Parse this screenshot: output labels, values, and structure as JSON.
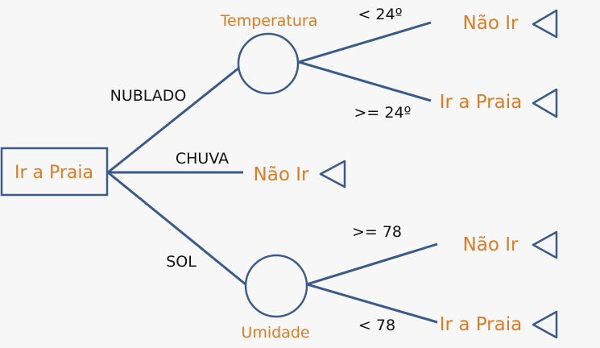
{
  "root": {
    "label": "Ir a Praia"
  },
  "branches": {
    "nublado": "NUBLADO",
    "chuva": "CHUVA",
    "sol": "SOL"
  },
  "decision_nodes": {
    "temperatura": "Temperatura",
    "umidade": "Umidade"
  },
  "conditions": {
    "temp_low": "< 24º",
    "temp_high": ">= 24º",
    "umid_high": ">= 78",
    "umid_low": "< 78"
  },
  "leaves": {
    "temp_low": "Não Ir",
    "temp_high": "Ir a Praia",
    "chuva": "Não Ir",
    "umid_high": "Não Ir",
    "umid_low": "Ir a Praia"
  },
  "colors": {
    "line": "#3b5a8c",
    "node_text": "#e07b22",
    "branch_text": "#111111",
    "background": "#f7f7f7"
  }
}
